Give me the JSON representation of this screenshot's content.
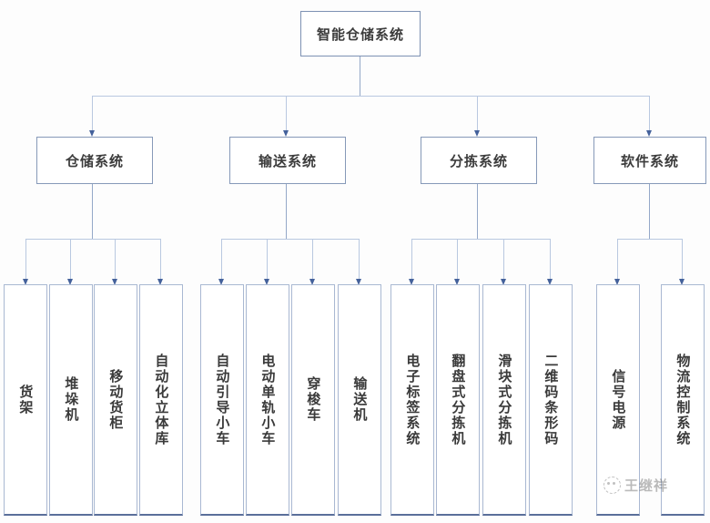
{
  "diagram": {
    "type": "org-tree",
    "root": {
      "label": "智能仓储系统"
    },
    "branches": [
      {
        "label": "仓储系统",
        "leaves": [
          {
            "label": "货架"
          },
          {
            "label": "堆垛机"
          },
          {
            "label": "移动货柜"
          },
          {
            "label": "自动化立体库"
          }
        ]
      },
      {
        "label": "输送系统",
        "leaves": [
          {
            "label": "自动引导小车"
          },
          {
            "label": "电动单轨小车"
          },
          {
            "label": "穿梭车"
          },
          {
            "label": "输送机"
          }
        ]
      },
      {
        "label": "分拣系统",
        "leaves": [
          {
            "label": "电子标签系统"
          },
          {
            "label": "翻盘式分拣机"
          },
          {
            "label": "滑块式分拣机"
          },
          {
            "label": "二维码条形码"
          }
        ]
      },
      {
        "label": "软件系统",
        "leaves": [
          {
            "label": "信号电源"
          },
          {
            "label": "物流控制系统"
          }
        ]
      }
    ]
  },
  "watermark": {
    "text": "王继祥",
    "logo_icon": "wechat-circle-icon"
  },
  "colors": {
    "box_border": "#8699b8",
    "leaf_border": "#a9b8d2",
    "leaf_base": "#5a6f9a",
    "connector": "#b9c8e0",
    "arrow": "#44619b",
    "text": "#3a3a3a",
    "background": "#fdfdfd"
  }
}
